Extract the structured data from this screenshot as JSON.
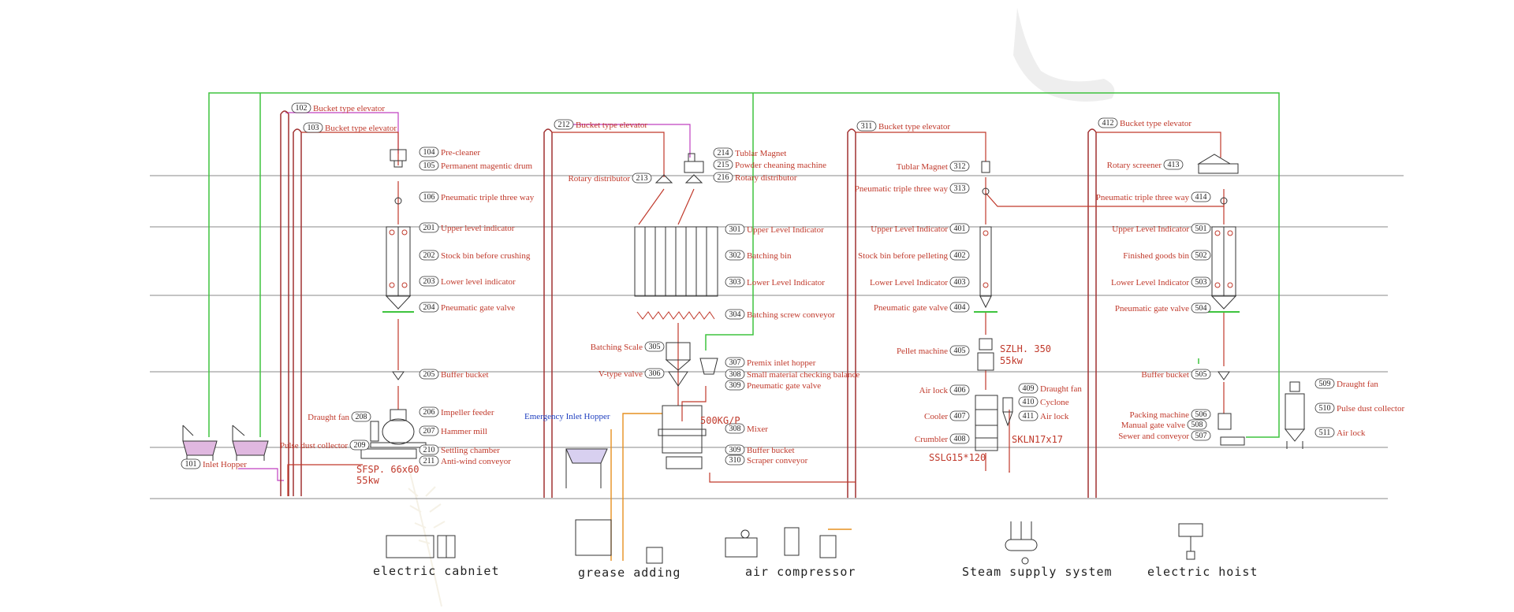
{
  "labels": {
    "l101": {
      "num": "101",
      "text": "Inlet Hopper"
    },
    "l102": {
      "num": "102",
      "text": "Bucket type elevator"
    },
    "l103": {
      "num": "103",
      "text": "Bucket type elevator"
    },
    "l104": {
      "num": "104",
      "text": "Pre-cleaner"
    },
    "l105": {
      "num": "105",
      "text": "Permanent magentic drum"
    },
    "l106": {
      "num": "106",
      "text": "Pneumatic triple three way"
    },
    "l201": {
      "num": "201",
      "text": "Upper level indicator"
    },
    "l202": {
      "num": "202",
      "text": "Stock bin before crushing"
    },
    "l203": {
      "num": "203",
      "text": "Lower level indicator"
    },
    "l204": {
      "num": "204",
      "text": "Pneumatic gate valve"
    },
    "l205": {
      "num": "205",
      "text": "Buffer bucket"
    },
    "l206": {
      "num": "206",
      "text": "Impeller feeder"
    },
    "l207": {
      "num": "207",
      "text": "Hammer mill"
    },
    "l208": {
      "num": "208",
      "text": "Draught fan"
    },
    "l209": {
      "num": "209",
      "text": "Pulse dust collector"
    },
    "l210": {
      "num": "210",
      "text": "Settling chamber"
    },
    "l211": {
      "num": "211",
      "text": "Anti-wind conveyor"
    },
    "l212": {
      "num": "212",
      "text": "Bucket type elevator"
    },
    "l213": {
      "num": "213",
      "text": "Rotary distributor"
    },
    "l214": {
      "num": "214",
      "text": "Tublar Magnet"
    },
    "l215": {
      "num": "215",
      "text": "Powder cheaning machine"
    },
    "l216": {
      "num": "216",
      "text": "Rotary distributor"
    },
    "l301": {
      "num": "301",
      "text": "Upper Level Indicator"
    },
    "l302": {
      "num": "302",
      "text": "Batching bin"
    },
    "l303": {
      "num": "303",
      "text": "Lower Level Indicator"
    },
    "l304": {
      "num": "304",
      "text": "Batching screw conveyor"
    },
    "l305": {
      "num": "305",
      "text": "Batching Scale"
    },
    "l306": {
      "num": "306",
      "text": "V-type valve"
    },
    "l307": {
      "num": "307",
      "text": "Premix inlet hopper"
    },
    "l308a": {
      "num": "308",
      "text": "Small material checking balance"
    },
    "l309a": {
      "num": "309",
      "text": "Pneumatic gate valve"
    },
    "l308b": {
      "num": "308",
      "text": "Mixer"
    },
    "l309b": {
      "num": "309",
      "text": "Buffer bucket"
    },
    "l310": {
      "num": "310",
      "text": "Scraper conveyor"
    },
    "l311": {
      "num": "311",
      "text": "Bucket type elevator"
    },
    "l312": {
      "num": "312",
      "text": "Tublar Magnet"
    },
    "l313": {
      "num": "313",
      "text": "Pneumatic triple three way"
    },
    "l401": {
      "num": "401",
      "text": "Upper Level Indicator"
    },
    "l402": {
      "num": "402",
      "text": "Stock bin before pelleting"
    },
    "l403": {
      "num": "403",
      "text": "Lower Level Indicator"
    },
    "l404": {
      "num": "404",
      "text": "Pneumatic gate valve"
    },
    "l405": {
      "num": "405",
      "text": "Pellet machine"
    },
    "l406": {
      "num": "406",
      "text": "Air lock"
    },
    "l407": {
      "num": "407",
      "text": "Cooler"
    },
    "l408": {
      "num": "408",
      "text": "Crumbler"
    },
    "l409": {
      "num": "409",
      "text": "Draught fan"
    },
    "l410": {
      "num": "410",
      "text": "Cyclone"
    },
    "l411": {
      "num": "411",
      "text": "Air lock"
    },
    "l412": {
      "num": "412",
      "text": "Bucket type elevator"
    },
    "l413": {
      "num": "413",
      "text": "Rotary screener"
    },
    "l414": {
      "num": "414",
      "text": "Pneumatic triple three way"
    },
    "l501": {
      "num": "501",
      "text": "Upper Level Indicator"
    },
    "l502": {
      "num": "502",
      "text": "Finished goods bin"
    },
    "l503": {
      "num": "503",
      "text": "Lower Level Indicator"
    },
    "l504": {
      "num": "504",
      "text": "Pneumatic gate valve"
    },
    "l505": {
      "num": "505",
      "text": "Buffer bucket"
    },
    "l506": {
      "num": "506",
      "text": "Packing machine"
    },
    "l507": {
      "num": "507",
      "text": "Sewer and conveyor"
    },
    "l508": {
      "num": "508",
      "text": "Manual gate valve"
    },
    "l509": {
      "num": "509",
      "text": "Draught fan"
    },
    "l510": {
      "num": "510",
      "text": "Pulse dust collector"
    },
    "l511": {
      "num": "511",
      "text": "Air lock"
    }
  },
  "specs": {
    "hammer_model": "SFSP. 66x60",
    "hammer_power": "55kw",
    "mixer_capacity": "500KG/P",
    "pellet_model": "SZLH. 350",
    "pellet_power": "55kw",
    "cooler_model": "SSLG15*120",
    "crumbler_model": "SKLN17x17"
  },
  "other_text": {
    "emergency_hopper": "Emergency Inlet Hopper"
  },
  "bottom": {
    "electric_cabinet": "electric cabniet",
    "grease_adding": "grease adding",
    "air_compressor": "air compressor",
    "steam_supply": "Steam supply system",
    "electric_hoist": "electric hoist"
  },
  "colors": {
    "process_line": "#c0392b",
    "air_line": "#3ec43e",
    "magenta_line": "#c040c0",
    "orange_line": "#e69020",
    "floor_line": "#888888"
  }
}
